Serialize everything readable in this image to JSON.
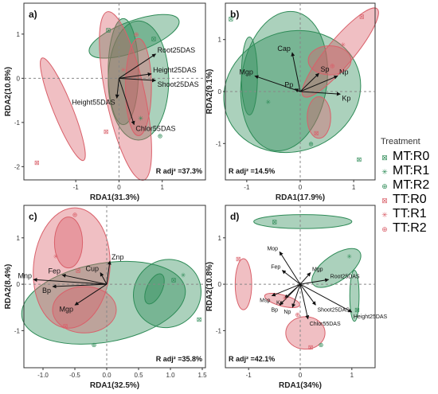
{
  "legend": {
    "title": "Treatment",
    "items": [
      {
        "label": "MT:R0",
        "color": "#2e8b57",
        "symbol": "⊠"
      },
      {
        "label": "MT:R1",
        "color": "#2e8b57",
        "symbol": "✳"
      },
      {
        "label": "MT:R2",
        "color": "#2e8b57",
        "symbol": "⊕"
      },
      {
        "label": "TT:R0",
        "color": "#d9606a",
        "symbol": "⊠"
      },
      {
        "label": "TT:R1",
        "color": "#d9606a",
        "symbol": "✳"
      },
      {
        "label": "TT:R2",
        "color": "#d9606a",
        "symbol": "⊕"
      }
    ]
  },
  "chart_data": [
    {
      "type": "scatter",
      "panel_label": "a)",
      "xlabel": "RDA1(31.3%)",
      "ylabel": "RDA2(10.8%)",
      "xlim": [
        -2.2,
        2.0
      ],
      "ylim": [
        -2.3,
        1.7
      ],
      "xticks": [
        -1,
        0,
        1
      ],
      "yticks": [
        -2,
        -1,
        0,
        1
      ],
      "annotation": "R adj² =37.3%",
      "ellipses": [
        {
          "color": "#2e8b57",
          "cx": 0.35,
          "cy": 0.95,
          "rx": 1.1,
          "ry": 0.35,
          "angle": -20
        },
        {
          "color": "#2e8b57",
          "cx": 0.45,
          "cy": -0.05,
          "rx": 0.7,
          "ry": 1.35,
          "angle": 0
        },
        {
          "color": "#2e8b57",
          "cx": 0.1,
          "cy": 0.15,
          "rx": 0.35,
          "ry": 1.2,
          "angle": 0
        },
        {
          "color": "#d9606a",
          "cx": 0.15,
          "cy": -0.4,
          "rx": 0.45,
          "ry": 1.95,
          "angle": -12
        },
        {
          "color": "#d9606a",
          "cx": 0.45,
          "cy": -0.2,
          "rx": 0.3,
          "ry": 1.1,
          "angle": 0
        },
        {
          "color": "#d9606a",
          "cx": -1.3,
          "cy": -0.7,
          "rx": 0.22,
          "ry": 1.25,
          "angle": -22
        }
      ],
      "arrows": [
        {
          "label": "Root25DAS",
          "x": 0.85,
          "y": 0.55
        },
        {
          "label": "Height25DAS",
          "x": 0.75,
          "y": 0.1
        },
        {
          "label": "Shoot25DAS",
          "x": 0.85,
          "y": -0.05
        },
        {
          "label": "Height55DAS",
          "x": -0.05,
          "y": -0.45
        },
        {
          "label": "Chlor55DAS",
          "x": 0.35,
          "y": -1.05
        }
      ],
      "points": [
        {
          "group": "MT:R0",
          "x": -0.25,
          "y": 1.1
        },
        {
          "group": "MT:R0",
          "x": 0.8,
          "y": 0.9
        },
        {
          "group": "MT:R1",
          "x": 0.5,
          "y": -0.9
        },
        {
          "group": "MT:R2",
          "x": 0.95,
          "y": -1.3
        },
        {
          "group": "TT:R0",
          "x": -1.9,
          "y": -1.9
        },
        {
          "group": "TT:R0",
          "x": -0.3,
          "y": -1.2
        },
        {
          "group": "TT:R1",
          "x": 0.1,
          "y": 0.2
        },
        {
          "group": "TT:R2",
          "x": 0.4,
          "y": 1.0
        }
      ]
    },
    {
      "type": "scatter",
      "panel_label": "b)",
      "xlabel": "RDA1(17.9%)",
      "ylabel": "RDA2(9.1%)",
      "xlim": [
        -1.4,
        1.4
      ],
      "ylim": [
        -1.7,
        1.7
      ],
      "xticks": [
        -1,
        0,
        1
      ],
      "yticks": [
        -1,
        0,
        1
      ],
      "annotation": "R adj² =14.5%",
      "ellipses": [
        {
          "color": "#2e8b57",
          "cx": -0.3,
          "cy": 0.2,
          "rx": 0.8,
          "ry": 1.35,
          "angle": 8
        },
        {
          "color": "#2e8b57",
          "cx": -0.15,
          "cy": 0.0,
          "rx": 1.3,
          "ry": 1.15,
          "angle": -20
        },
        {
          "color": "#2e8b57",
          "cx": -0.95,
          "cy": 0.3,
          "rx": 0.15,
          "ry": 0.75,
          "angle": 0
        },
        {
          "color": "#d9606a",
          "cx": 0.75,
          "cy": 0.75,
          "rx": 0.25,
          "ry": 1.1,
          "angle": 40
        },
        {
          "color": "#d9606a",
          "cx": 0.55,
          "cy": 0.6,
          "rx": 0.4,
          "ry": 0.28,
          "angle": 0
        },
        {
          "color": "#d9606a",
          "cx": 0.35,
          "cy": -0.5,
          "rx": 0.22,
          "ry": 0.4,
          "angle": 0
        }
      ],
      "arrows": [
        {
          "label": "Cap",
          "x": -0.15,
          "y": 0.75
        },
        {
          "label": "Mgp",
          "x": -0.85,
          "y": 0.3
        },
        {
          "label": "Pp",
          "x": -0.1,
          "y": 0.05
        },
        {
          "label": "Sp",
          "x": 0.35,
          "y": 0.35
        },
        {
          "label": "Np",
          "x": 0.7,
          "y": 0.3
        },
        {
          "label": "Kp",
          "x": 0.75,
          "y": -0.05
        }
      ],
      "points": [
        {
          "group": "MT:R0",
          "x": -1.3,
          "y": 1.4
        },
        {
          "group": "MT:R0",
          "x": 1.1,
          "y": -1.3
        },
        {
          "group": "MT:R1",
          "x": -0.6,
          "y": -0.2
        },
        {
          "group": "MT:R2",
          "x": 0.2,
          "y": -1.0
        },
        {
          "group": "TT:R0",
          "x": 1.15,
          "y": 1.45
        },
        {
          "group": "TT:R0",
          "x": 0.3,
          "y": -0.8
        },
        {
          "group": "TT:R1",
          "x": 0.8,
          "y": 0.9
        },
        {
          "group": "TT:R2",
          "x": 0.6,
          "y": 0.5
        }
      ]
    },
    {
      "type": "scatter",
      "panel_label": "c)",
      "xlabel": "RDA1(32.5%)",
      "ylabel": "RDA2(8.4%)",
      "xlim": [
        -1.3,
        1.55
      ],
      "ylim": [
        -1.8,
        1.7
      ],
      "xticks": [
        -1.0,
        -0.5,
        0.0,
        0.5,
        1.0,
        1.5
      ],
      "yticks": [
        -1,
        0,
        1
      ],
      "annotation": "R adj² =35.8%",
      "ellipses": [
        {
          "color": "#2e8b57",
          "cx": 0.95,
          "cy": -0.2,
          "rx": 0.52,
          "ry": 0.75,
          "angle": 40
        },
        {
          "color": "#2e8b57",
          "cx": 0.75,
          "cy": -0.1,
          "rx": 0.12,
          "ry": 0.35,
          "angle": 25
        },
        {
          "color": "#2e8b57",
          "cx": -0.05,
          "cy": -0.4,
          "rx": 1.3,
          "ry": 0.85,
          "angle": -10
        },
        {
          "color": "#d9606a",
          "cx": -0.55,
          "cy": 0.35,
          "rx": 0.6,
          "ry": 1.3,
          "angle": 5
        },
        {
          "color": "#d9606a",
          "cx": -0.6,
          "cy": 0.9,
          "rx": 0.22,
          "ry": 0.55,
          "angle": 0
        },
        {
          "color": "#d9606a",
          "cx": -0.35,
          "cy": -0.55,
          "rx": 0.5,
          "ry": 0.5,
          "angle": 0
        }
      ],
      "arrows": [
        {
          "label": "Znp",
          "x": 0.05,
          "y": 0.5
        },
        {
          "label": "Cup",
          "x": -0.1,
          "y": 0.25
        },
        {
          "label": "Fep",
          "x": -0.7,
          "y": 0.2
        },
        {
          "label": "Mnp",
          "x": -1.15,
          "y": 0.1
        },
        {
          "label": "Bp",
          "x": -0.85,
          "y": -0.05
        },
        {
          "label": "Mgp",
          "x": -0.5,
          "y": -0.45
        }
      ],
      "points": [
        {
          "group": "MT:R0",
          "x": 1.05,
          "y": 0.1
        },
        {
          "group": "MT:R0",
          "x": 1.45,
          "y": -0.75
        },
        {
          "group": "MT:R1",
          "x": 1.2,
          "y": 0.2
        },
        {
          "group": "MT:R2",
          "x": -0.2,
          "y": -1.3
        },
        {
          "group": "TT:R0",
          "x": -0.45,
          "y": 0.3
        },
        {
          "group": "TT:R0",
          "x": -0.65,
          "y": -0.9
        },
        {
          "group": "TT:R1",
          "x": -0.8,
          "y": 0.6
        },
        {
          "group": "TT:R2",
          "x": -0.5,
          "y": 1.5
        }
      ]
    },
    {
      "type": "scatter",
      "panel_label": "d)",
      "xlabel": "RDA1(34%)",
      "ylabel": "RDA2(10.8%)",
      "xlim": [
        -1.45,
        1.45
      ],
      "ylim": [
        -1.8,
        1.7
      ],
      "xticks": [
        -1,
        0,
        1
      ],
      "yticks": [
        -1,
        0,
        1
      ],
      "annotation": "R adj² =42.1%",
      "ellipses": [
        {
          "color": "#2e8b57",
          "cx": 0.05,
          "cy": 1.35,
          "rx": 0.95,
          "ry": 0.15,
          "angle": 0
        },
        {
          "color": "#2e8b57",
          "cx": 0.7,
          "cy": 0.35,
          "rx": 0.55,
          "ry": 0.28,
          "angle": -35
        },
        {
          "color": "#2e8b57",
          "cx": 1.05,
          "cy": -0.25,
          "rx": 0.09,
          "ry": 0.55,
          "angle": 0
        },
        {
          "color": "#d9606a",
          "cx": -1.1,
          "cy": 0.0,
          "rx": 0.16,
          "ry": 0.55,
          "angle": 0
        },
        {
          "color": "#d9606a",
          "cx": -0.35,
          "cy": -0.35,
          "rx": 0.35,
          "ry": 0.12,
          "angle": 15
        },
        {
          "color": "#d9606a",
          "cx": 0.1,
          "cy": -1.05,
          "rx": 0.38,
          "ry": 0.35,
          "angle": 0
        }
      ],
      "arrows": [
        {
          "label": "Mop",
          "x": -0.4,
          "y": 0.7
        },
        {
          "label": "Fep",
          "x": -0.35,
          "y": 0.3
        },
        {
          "label": "Mgp",
          "x": 0.2,
          "y": 0.25
        },
        {
          "label": "Root25DAS",
          "x": 0.55,
          "y": 0.1
        },
        {
          "label": "Msp",
          "x": -0.55,
          "y": -0.25
        },
        {
          "label": "Kp",
          "x": -0.3,
          "y": -0.3
        },
        {
          "label": "Bp",
          "x": -0.4,
          "y": -0.45
        },
        {
          "label": "Np",
          "x": -0.15,
          "y": -0.5
        },
        {
          "label": "Shoot25DAS",
          "x": 0.3,
          "y": -0.45
        },
        {
          "label": "Height25DAS",
          "x": 1.0,
          "y": -0.6
        },
        {
          "label": "Chlor55DAS",
          "x": 0.15,
          "y": -0.75
        }
      ],
      "points": [
        {
          "group": "MT:R0",
          "x": -0.5,
          "y": 1.35
        },
        {
          "group": "MT:R0",
          "x": 1.1,
          "y": -0.55
        },
        {
          "group": "MT:R1",
          "x": 0.95,
          "y": 0.6
        },
        {
          "group": "MT:R2",
          "x": 0.4,
          "y": -1.3
        },
        {
          "group": "TT:R0",
          "x": -1.2,
          "y": 0.55
        },
        {
          "group": "TT:R0",
          "x": 0.2,
          "y": -1.35
        },
        {
          "group": "TT:R1",
          "x": -0.3,
          "y": -0.3
        },
        {
          "group": "TT:R2",
          "x": -0.05,
          "y": -0.65
        }
      ]
    }
  ]
}
